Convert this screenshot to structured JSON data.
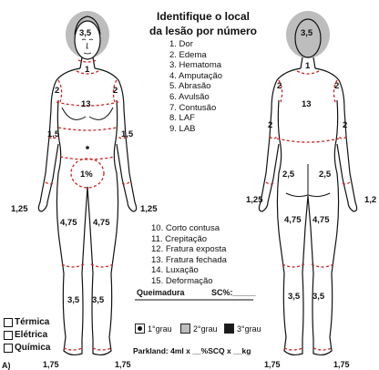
{
  "title_line1": "Identifique o local",
  "title_line2": "da lesão por número",
  "lesion_types": [
    "1. Dor",
    "2. Edema",
    "3. Hematoma",
    "4. Amputação",
    "5. Abrasão",
    "6. Avulsão",
    "7. Contusão",
    "8. LAF",
    "9. LAB"
  ],
  "lesion_types_2": [
    "10. Corto contusa",
    "11. Crepitação",
    "12. Fratura exposta",
    "13. Fratura fechada",
    "14. Luxação",
    "15. Deformação"
  ],
  "burn": {
    "title": "Queimadura",
    "sc_label": "SC%:_____",
    "degree1": "1°grau",
    "degree2": "2°grau",
    "degree3": "3°grau",
    "degree1_color": "#ffffff",
    "degree2_color": "#bdbdbd",
    "degree3_color": "#1a1a1a",
    "parkland": "Parkland: 4ml x __%SCQ x __kg"
  },
  "burn_types": [
    "Térmica",
    "Elétrica",
    "Química"
  ],
  "letter_label": "A)",
  "front_regions": {
    "head": "3,5",
    "neck": "1",
    "shoulder_left": "2",
    "shoulder_right": "2",
    "chest": "13",
    "arm_left": "1,5",
    "arm_right": "1,5",
    "genital": "1%",
    "hand_left": "1,25",
    "hand_right": "1,25",
    "thigh_left": "4,75",
    "thigh_right": "4,75",
    "leg_left": "3,5",
    "leg_right": "3,5",
    "foot_left": "1,75",
    "foot_right": "1,75"
  },
  "back_regions": {
    "head": "3,5",
    "neck": "1",
    "shoulder_left": "2",
    "shoulder_right": "2",
    "upper_back": "13",
    "arm_left": "2",
    "arm_right": "2",
    "buttock_left": "2,5",
    "buttock_right": "2,5",
    "hand_left": "1,25",
    "hand_right": "1,2",
    "thigh_left": "4,75",
    "thigh_right": "4,75",
    "leg_left": "3,5",
    "leg_right": "3,5",
    "foot_left": "1,75",
    "foot_right": "1,75"
  },
  "colors": {
    "dash": "#d22323",
    "head_shade": "#bdbdbd",
    "outline": "#111111"
  }
}
